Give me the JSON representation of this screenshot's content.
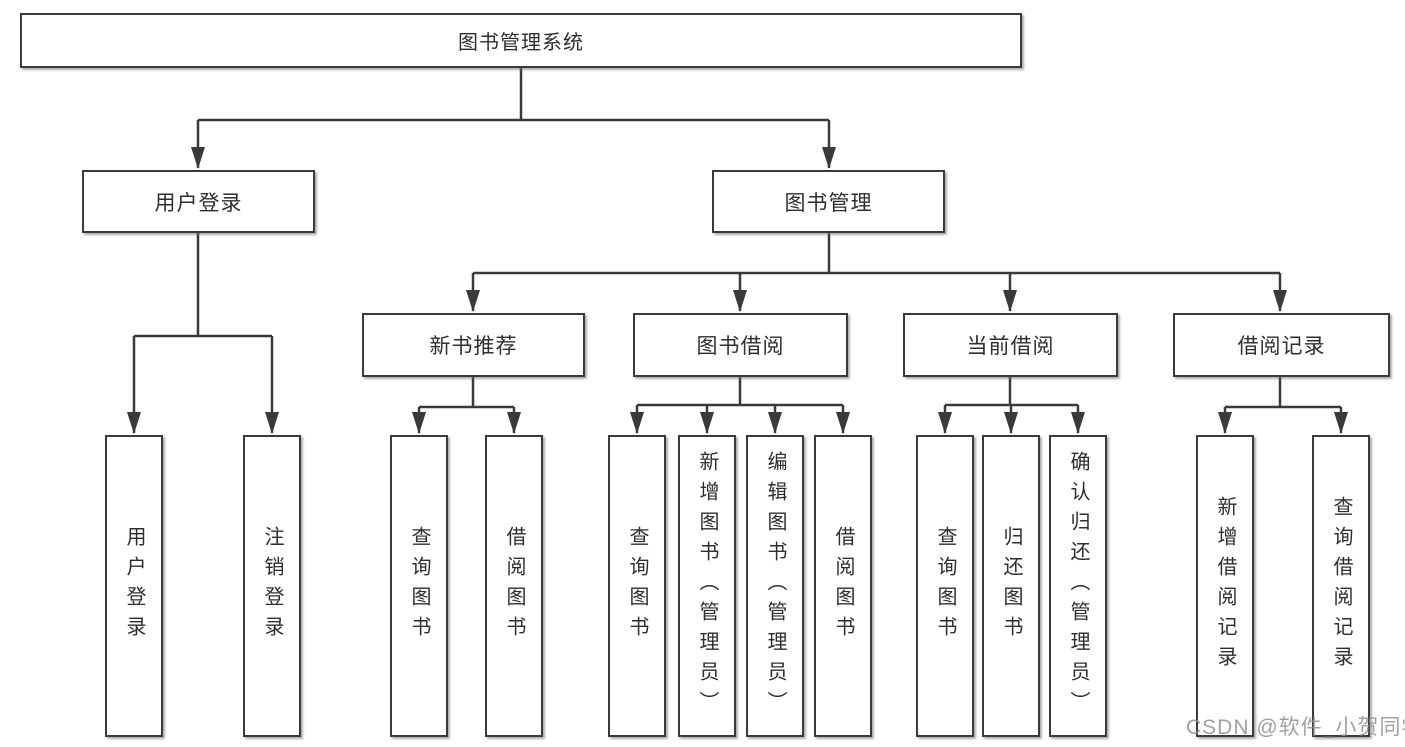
{
  "diagram": {
    "root": {
      "label": "图书管理系统"
    },
    "level1": [
      {
        "label": "用户登录"
      },
      {
        "label": "图书管理"
      }
    ],
    "level2": [
      {
        "label": "新书推荐"
      },
      {
        "label": "图书借阅"
      },
      {
        "label": "当前借阅"
      },
      {
        "label": "借阅记录"
      }
    ],
    "leaves": {
      "user_login": [
        {
          "label": "用户登录"
        },
        {
          "label": "注销登录"
        }
      ],
      "new_books": [
        {
          "label": "查询图书"
        },
        {
          "label": "借阅图书"
        }
      ],
      "book_borrow": [
        {
          "label": "查询图书"
        },
        {
          "label": "新增图书（管理员）"
        },
        {
          "label": "编辑图书（管理员）"
        },
        {
          "label": "借阅图书"
        }
      ],
      "current_borrow": [
        {
          "label": "查询图书"
        },
        {
          "label": "归还图书"
        },
        {
          "label": "确认归还（管理员）"
        }
      ],
      "borrow_records": [
        {
          "label": "新增借阅记录"
        },
        {
          "label": "查询借阅记录"
        }
      ]
    },
    "watermark": "CSDN @软件_小贺同学",
    "colors": {
      "line": "#3a3a3a",
      "text": "#2e2e2e",
      "watermark": "#919191",
      "background": "#ffffff"
    }
  }
}
